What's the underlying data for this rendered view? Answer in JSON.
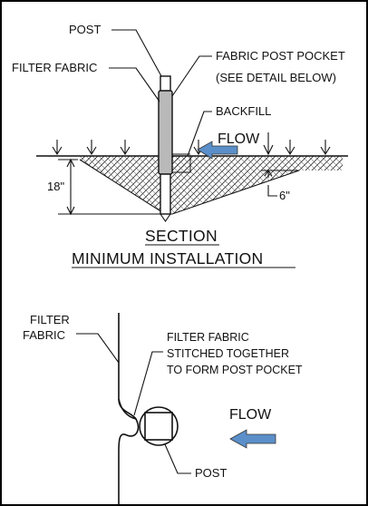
{
  "section": {
    "labels": {
      "post": "POST",
      "filter_fabric": "FILTER FABRIC",
      "pocket_line1": "FABRIC POST POCKET",
      "pocket_line2": "(SEE DETAIL BELOW)",
      "backfill": "BACKFILL",
      "flow": "FLOW",
      "depth_18": "18\"",
      "depth_6": "6\""
    },
    "title_line1": "SECTION",
    "title_line2": "MINIMUM INSTALLATION"
  },
  "detail": {
    "labels": {
      "filter_line1": "FILTER",
      "filter_line2": "FABRIC",
      "stitched_line1": "FILTER FABRIC",
      "stitched_line2": "STITCHED TOGETHER",
      "stitched_line3": "TO FORM POST POCKET",
      "flow": "FLOW",
      "post": "POST"
    }
  },
  "colors": {
    "arrow": "#5b8fc9",
    "post_fill": "#b9b9b9",
    "line": "#111111",
    "border": "#000000"
  }
}
